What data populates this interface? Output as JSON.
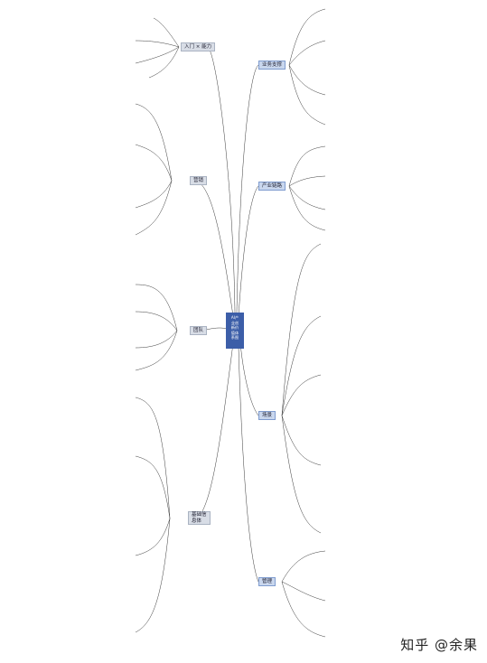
{
  "center": {
    "title": "AI产\n业创\n新价\n值体\n系图"
  },
  "branches": [
    {
      "label": "入门 × 能力",
      "side": "left"
    },
    {
      "label": "营销",
      "side": "left"
    },
    {
      "label": "团队",
      "side": "left"
    },
    {
      "label": "基础信\n息体",
      "side": "left"
    },
    {
      "label": "业务支撑",
      "side": "right"
    },
    {
      "label": "产业链路",
      "side": "right"
    },
    {
      "label": "场景",
      "side": "right"
    },
    {
      "label": "管理",
      "side": "right"
    }
  ],
  "watermark": "知乎 @余果",
  "colors": {
    "center": "#3c5ea8",
    "branch": "#d8dde6",
    "branch_blue": "#c9d7ee",
    "line": "#3a3a3a",
    "green_node": "#6aa84f"
  }
}
